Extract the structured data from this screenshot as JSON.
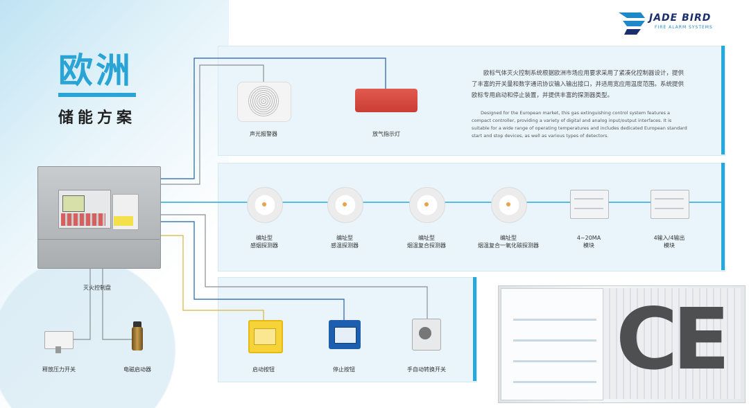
{
  "header": {
    "title": "欧洲",
    "subtitle": "储能方案"
  },
  "brand": {
    "name": "JADE BIRD",
    "tagline": "FIRE ALARM SYSTEMS"
  },
  "description": {
    "zh": "欧标气体灭火控制系统根据欧洲市场应用要求采用了紧凑化控制器设计，提供了丰富的开关量和数字通讯协议输入输出接口，并适用宽应用温度范围。系统提供欧标专用启动和停止装置，并提供丰富的探测器类型。",
    "en": "Designed for the European market, this gas extinguishing control system features a compact controller, providing a variety of digital and analog input/output interfaces. It is suitable for a wide range of operating temperatures and includes dedicated European standard start and stop devices, as well as various types of detectors."
  },
  "controller": {
    "label": "灭火控制盘"
  },
  "alarms": [
    {
      "label": "声光报警器"
    },
    {
      "label": "放气指示灯"
    }
  ],
  "detectors": [
    {
      "line1": "编址型",
      "line2": "感烟探测器"
    },
    {
      "line1": "编址型",
      "line2": "感温探测器"
    },
    {
      "line1": "编址型",
      "line2": "烟温复合探测器"
    },
    {
      "line1": "编址型",
      "line2": "烟温复合一氧化碳探测器"
    },
    {
      "line1": "4~20MA",
      "line2": "模块"
    },
    {
      "line1": "4输入/4输出",
      "line2": "模块"
    }
  ],
  "manual_devices": [
    {
      "label": "启动按钮"
    },
    {
      "label": "停止按钮"
    },
    {
      "label": "手自动转换开关"
    }
  ],
  "field_devices": [
    {
      "label": "释放压力开关"
    },
    {
      "label": "电磁启动器"
    }
  ],
  "certification": {
    "mark": "CE"
  },
  "colors": {
    "accent": "#25a8dc",
    "title": "#2aa3d5",
    "wire_blue": "#1f5fa8",
    "wire_yellow": "#d9b43c",
    "wire_gray": "#8a8f93"
  }
}
